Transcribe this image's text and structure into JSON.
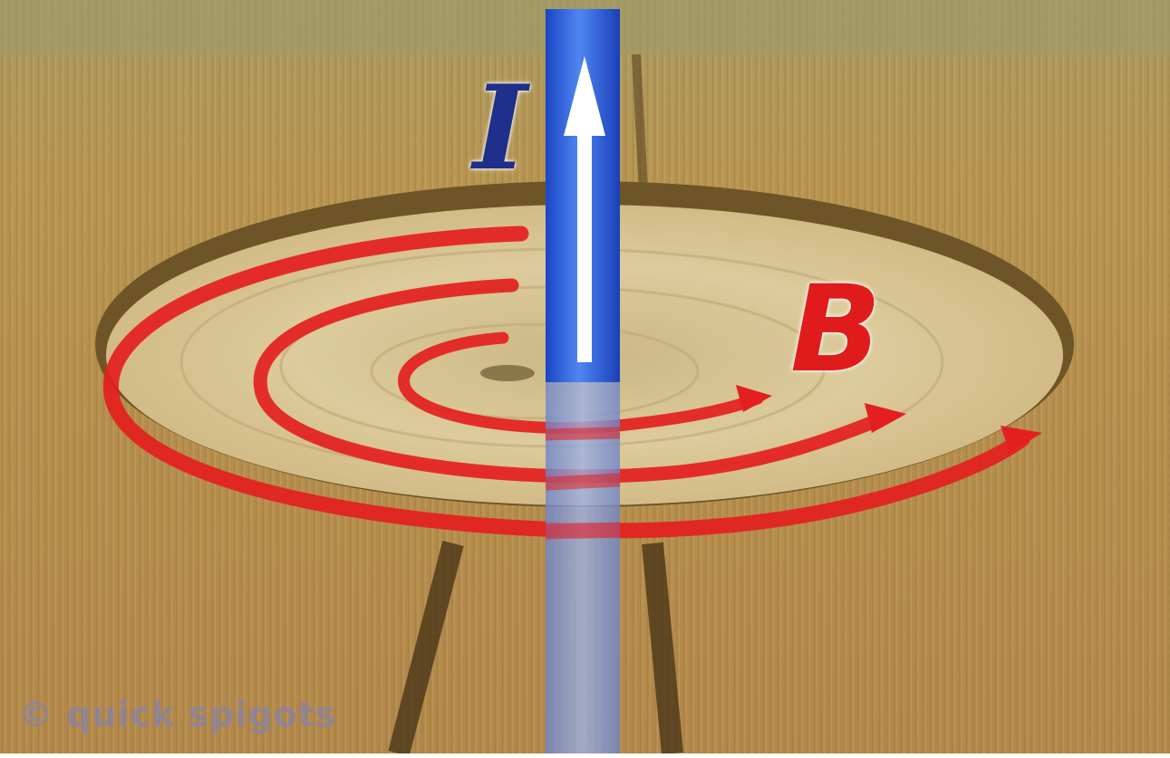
{
  "labels": {
    "current": "I",
    "field": "B"
  },
  "watermark": "© quick spigots",
  "colors": {
    "wheat": "#b8924e",
    "flattened_crop": "#d8c79a",
    "field_lines": "#e01b1b",
    "wire": "#2b5fd9",
    "current_label": "#1f2f8c",
    "current_arrow": "#ffffff"
  },
  "icons": {
    "current_arrow": "arrow-up-icon",
    "field_arrow": "arrowhead-icon"
  }
}
